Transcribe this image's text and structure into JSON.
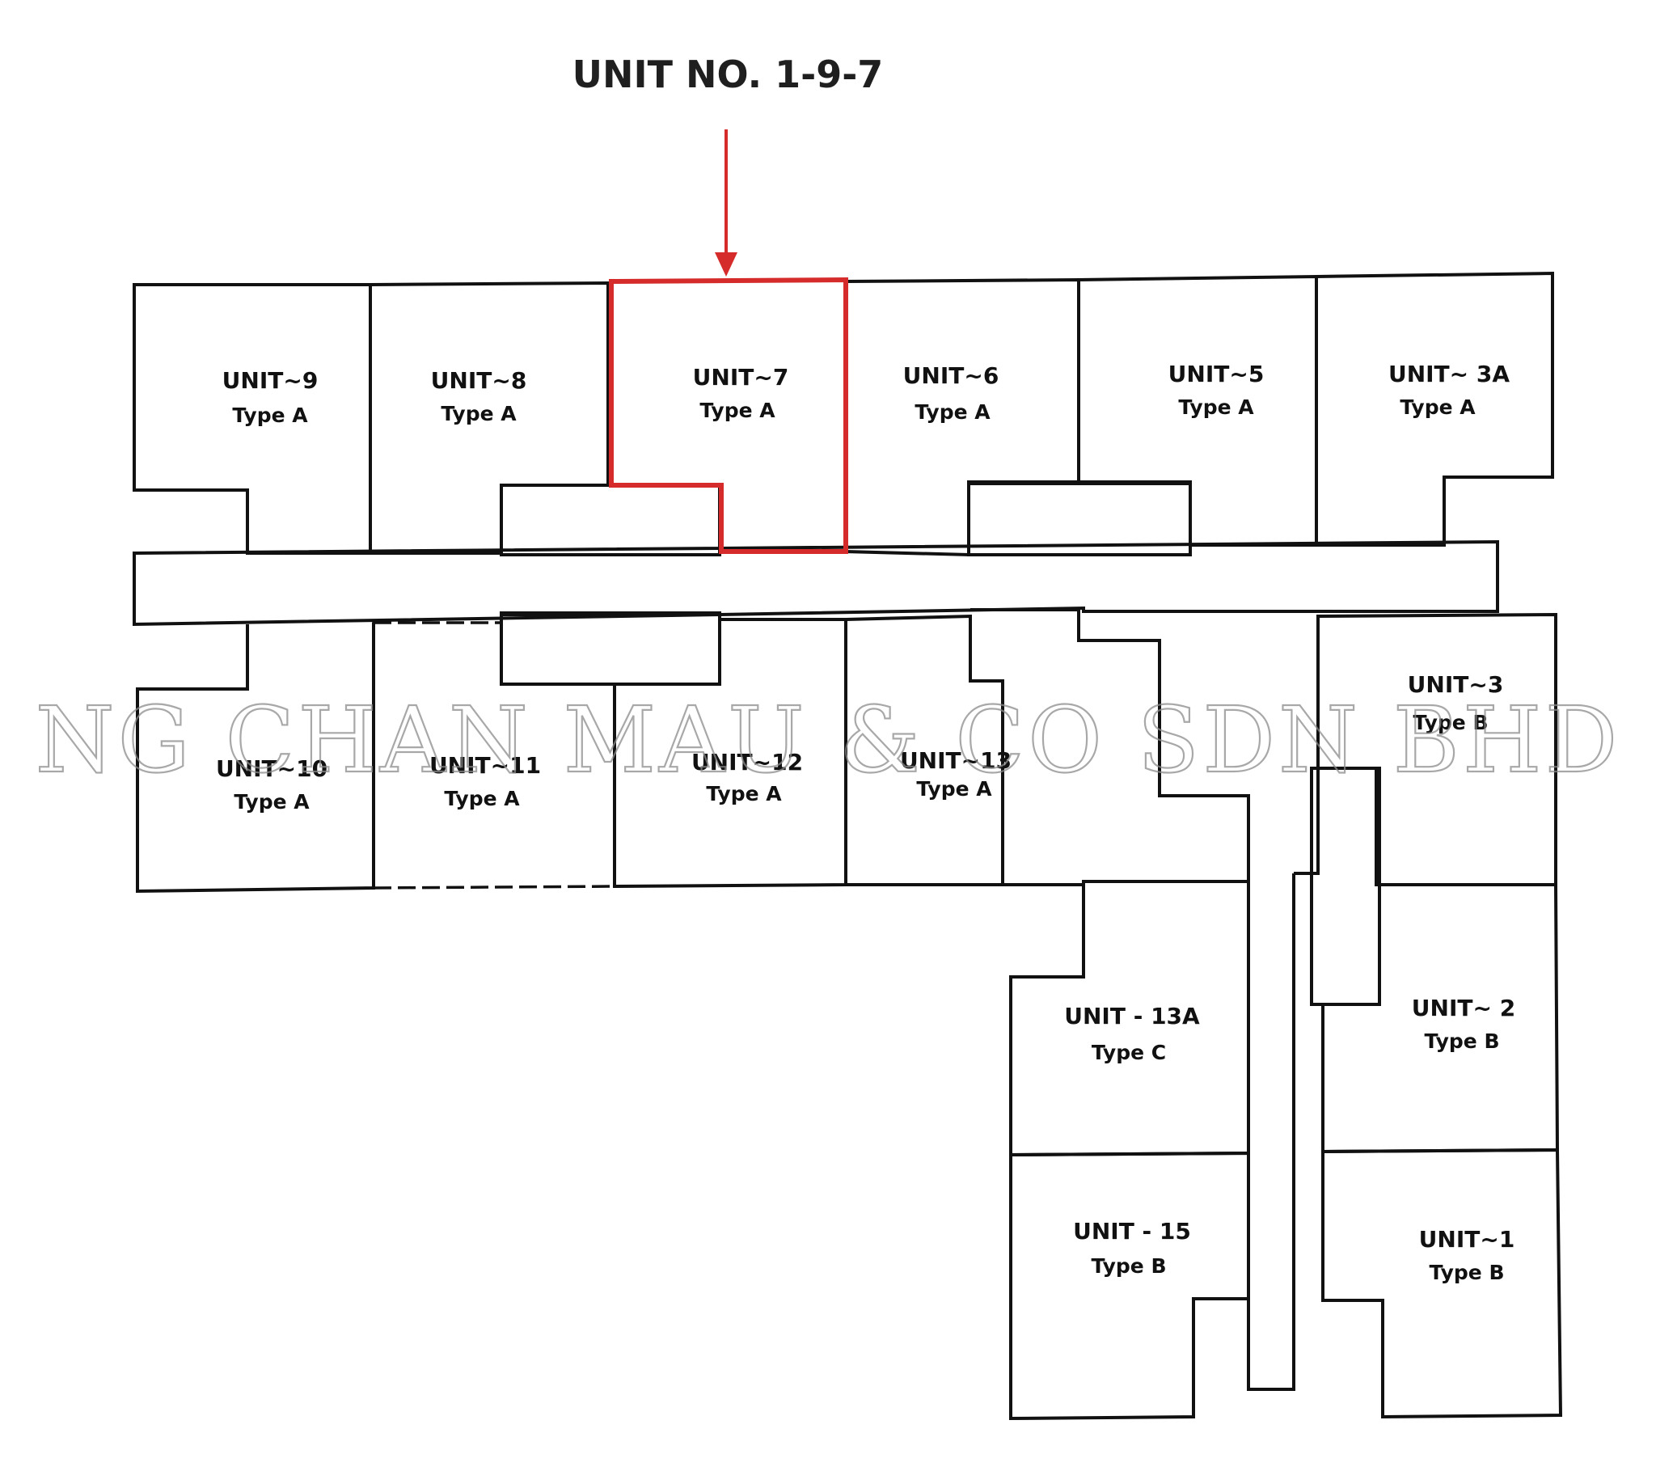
{
  "title": "UNIT NO. 1-9-7",
  "highlight_color": "#d62b2b",
  "watermark": "NG CHAN MAU & CO SDN BHD",
  "units": [
    {
      "id": "u9",
      "unit": "UNIT~9",
      "type": "Type A"
    },
    {
      "id": "u8",
      "unit": "UNIT~8",
      "type": "Type A"
    },
    {
      "id": "u7",
      "unit": "UNIT~7",
      "type": "Type A"
    },
    {
      "id": "u6",
      "unit": "UNIT~6",
      "type": "Type A"
    },
    {
      "id": "u5",
      "unit": "UNIT~5",
      "type": "Type A"
    },
    {
      "id": "u3a",
      "unit": "UNIT~ 3A",
      "type": "Type A"
    },
    {
      "id": "u10",
      "unit": "UNIT~10",
      "type": "Type A"
    },
    {
      "id": "u11",
      "unit": "UNIT~11",
      "type": "Type A"
    },
    {
      "id": "u12",
      "unit": "UNIT~12",
      "type": "Type A"
    },
    {
      "id": "u13",
      "unit": "UNIT~13",
      "type": "Type A"
    },
    {
      "id": "u3",
      "unit": "UNIT~3",
      "type": "Type B"
    },
    {
      "id": "u2",
      "unit": "UNIT~ 2",
      "type": "Type B"
    },
    {
      "id": "u13a",
      "unit": "UNIT - 13A",
      "type": "Type C"
    },
    {
      "id": "u15",
      "unit": "UNIT - 15",
      "type": "Type B"
    },
    {
      "id": "u1",
      "unit": "UNIT~1",
      "type": "Type B"
    }
  ]
}
